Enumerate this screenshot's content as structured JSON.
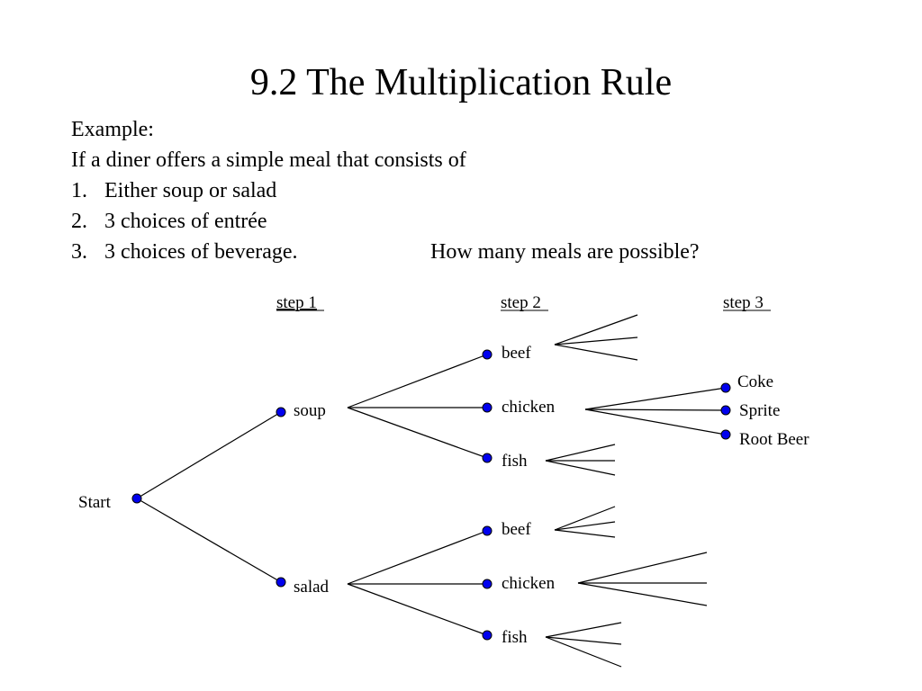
{
  "title": "9.2 The Multiplication Rule",
  "example_label": "Example:",
  "intro": "If a diner offers a simple meal that consists of",
  "list": [
    {
      "num": "1.",
      "text": "Either soup or salad"
    },
    {
      "num": "2.",
      "text": "3 choices of entrée"
    },
    {
      "num": "3.",
      "text": "3 choices of beverage."
    }
  ],
  "question": "How many meals are possible?",
  "tree": {
    "step_headers": [
      "step 1",
      "step 2",
      "step 3"
    ],
    "start_label": "Start",
    "step1": [
      "soup",
      "salad"
    ],
    "step2": [
      "beef",
      "chicken",
      "fish",
      "beef",
      "chicken",
      "fish"
    ],
    "step3": [
      "Coke",
      "Sprite",
      "Root Beer"
    ]
  },
  "colors": {
    "node_fill": "#0000ee",
    "line": "#000000"
  }
}
